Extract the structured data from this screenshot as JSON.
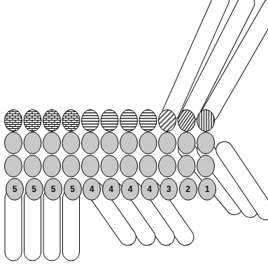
{
  "diagram": {
    "nodes": [
      {
        "text": [
          "5"
        ]
      },
      {
        "text": [
          "5"
        ]
      },
      {
        "text": [
          "5"
        ]
      },
      {
        "text": [
          "5"
        ]
      },
      {
        "text": [
          "4"
        ]
      },
      {
        "text": [
          "4"
        ]
      },
      {
        "text": [
          "4"
        ]
      },
      {
        "text": [
          "4"
        ]
      },
      {
        "text": [
          "3"
        ]
      },
      {
        "text": [
          "2"
        ]
      },
      {
        "text": [
          "1"
        ]
      }
    ]
  }
}
